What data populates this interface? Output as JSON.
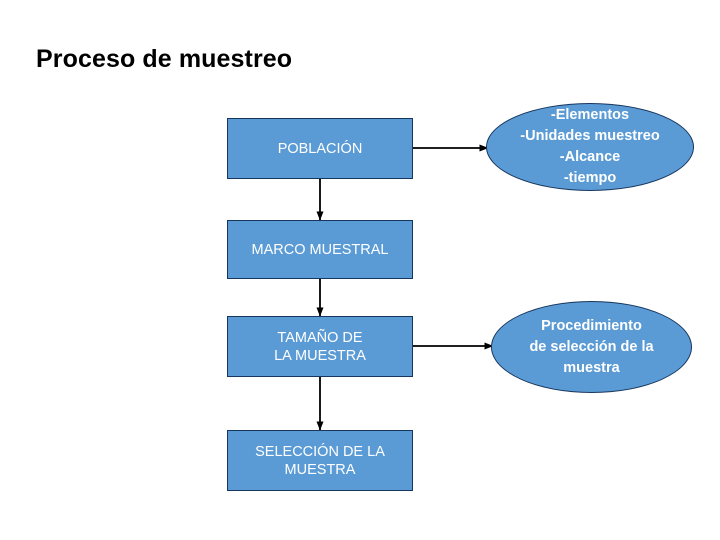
{
  "slide": {
    "title": "Proceso de muestreo",
    "background_color": "#FFFFFF",
    "shape_fill_color": "#5B9BD5",
    "shape_border_color": "#17365D",
    "shape_text_color": "#FFFFFF",
    "connector_color": "#000000"
  },
  "boxes": [
    {
      "id": "poblacion",
      "label": "POBLACIÓN"
    },
    {
      "id": "marco",
      "label": "MARCO MUESTRAL"
    },
    {
      "id": "tamano",
      "label": "TAMAÑO DE\nLA MUESTRA"
    },
    {
      "id": "seleccion",
      "label": "SELECCIÓN DE LA\nMUESTRA"
    }
  ],
  "ellipses": [
    {
      "id": "elementos",
      "label": "-Elementos\n-Unidades muestreo\n-Alcance\n-tiempo"
    },
    {
      "id": "procedimiento",
      "label": "Procedimiento\nde selección de la\nmuestra"
    }
  ],
  "connectors": [
    {
      "id": "poblacion-to-elementos",
      "from": "poblacion",
      "to": "elementos",
      "direction": "right"
    },
    {
      "id": "poblacion-to-marco",
      "from": "poblacion",
      "to": "marco",
      "direction": "down"
    },
    {
      "id": "marco-to-tamano",
      "from": "marco",
      "to": "tamano",
      "direction": "down"
    },
    {
      "id": "tamano-to-procedimiento",
      "from": "tamano",
      "to": "procedimiento",
      "direction": "right"
    },
    {
      "id": "tamano-to-seleccion",
      "from": "tamano",
      "to": "seleccion",
      "direction": "down"
    }
  ]
}
